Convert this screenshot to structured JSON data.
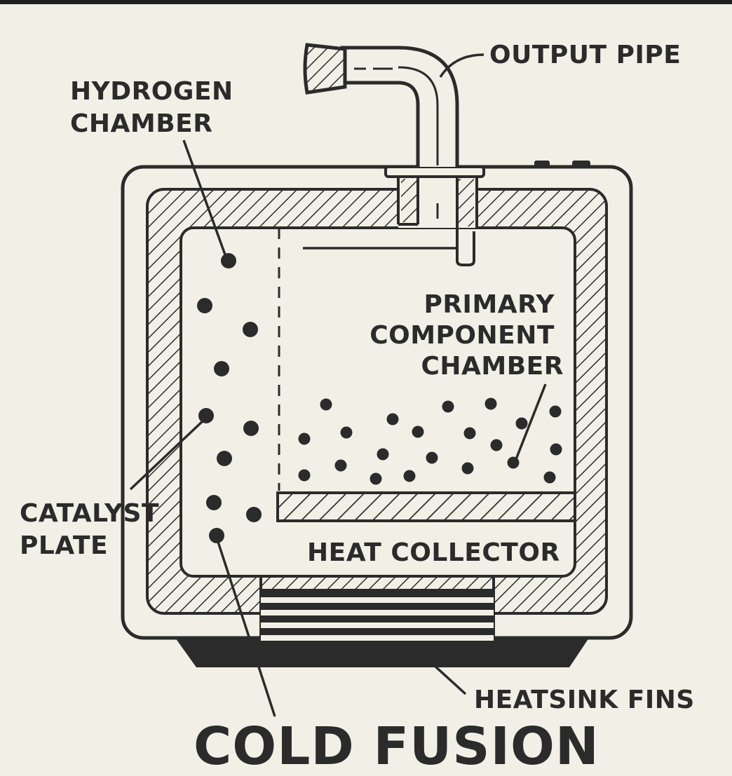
{
  "title": "COLD FUSION",
  "labels": {
    "output_pipe": "OUTPUT PIPE",
    "hydrogen_chamber": [
      "HYDROGEN",
      "CHAMBER"
    ],
    "primary_component_chamber": [
      "PRIMARY",
      "COMPONENT",
      "CHAMBER"
    ],
    "catalyst_plate": [
      "CATALYST",
      "PLATE"
    ],
    "heat_collector": "HEAT COLLECTOR",
    "heatsink_fins": "HEATSINK FINS"
  },
  "colors": {
    "ink": "#2b2b2b",
    "paper": "#f2f0e6"
  }
}
